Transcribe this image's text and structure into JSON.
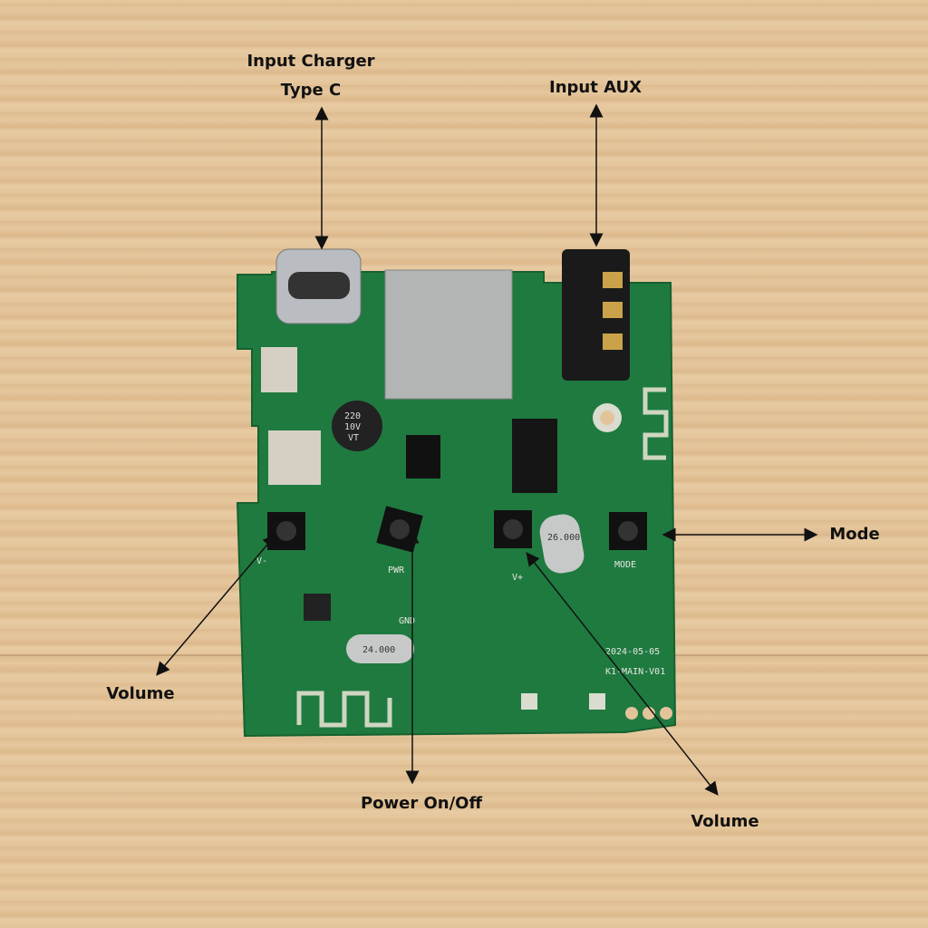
{
  "labels": {
    "charger": [
      "Input Charger",
      "Type C"
    ],
    "aux": "Input AUX",
    "mode": "Mode",
    "volume_left": "Volume",
    "power": "Power On/Off",
    "volume_right": "Volume"
  },
  "silkscreen": {
    "capacitor": [
      "220",
      "10V",
      "VT"
    ],
    "date": "2024-05-05",
    "board": "K1-MAIN-V01",
    "mode": "MODE",
    "crystal1": "24.000",
    "crystal2": "26.000",
    "gnd": "GND",
    "pwr": "PWR",
    "vminus": "V-",
    "vplus": "V+"
  },
  "colors": {
    "pcb": "#1f7a40",
    "wood": "#e3c49a",
    "arrow": "#111111"
  }
}
